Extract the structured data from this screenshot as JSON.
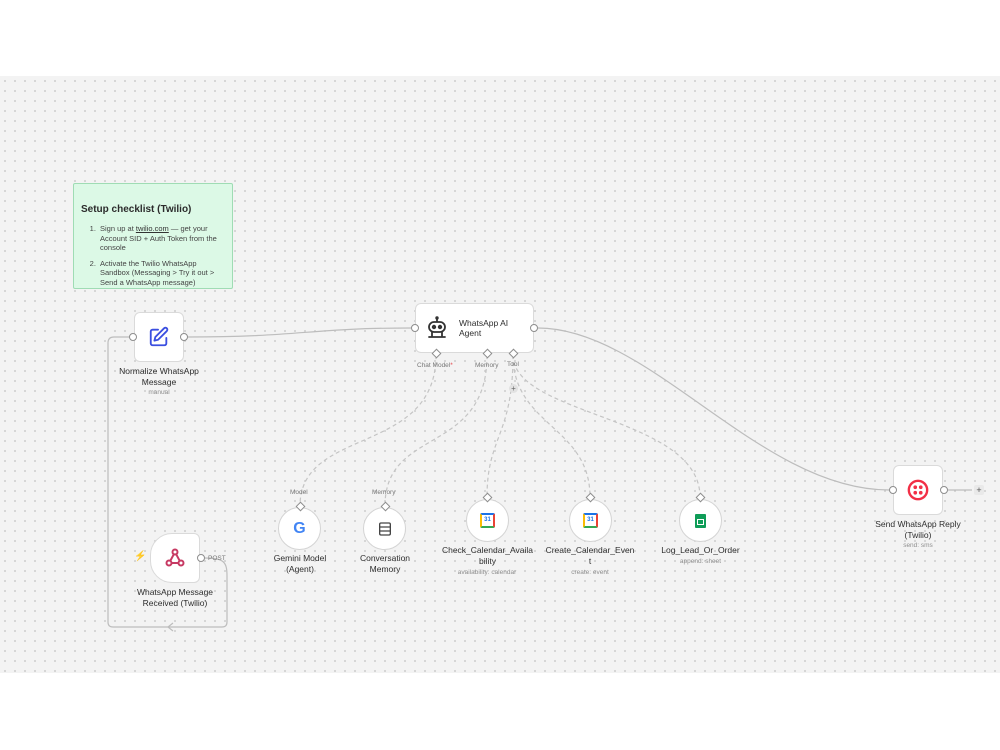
{
  "sticky_note": {
    "title": "Setup checklist (Twilio)",
    "step1_prefix": "Sign up at ",
    "step1_link": "twilio.com",
    "step1_suffix": " — get your Account SID + Auth Token from the console",
    "step2": "Activate the Twilio WhatsApp Sandbox (Messaging > Try it out > Send a WhatsApp message)"
  },
  "nodes": {
    "normalize": {
      "label": "Normalize WhatsApp Message",
      "subtitle": "manual",
      "icon": "pencil-square-icon"
    },
    "trigger": {
      "label": "WhatsApp Message Received (Twilio)",
      "port_label": "POST",
      "icon": "webhook-icon"
    },
    "agent": {
      "label": "WhatsApp AI Agent",
      "icon": "robot-icon",
      "ports": {
        "chat_model": "Chat Model",
        "memory": "Memory",
        "tool": "Tool"
      }
    },
    "gemini": {
      "label": "Gemini Model (Agent)",
      "port_label": "Model",
      "icon": "google-icon"
    },
    "memory": {
      "label": "Conversation Memory",
      "port_label": "Memory",
      "icon": "database-icon"
    },
    "check_calendar": {
      "label": "Check_Calendar_Availability",
      "subtitle": "availability: calendar",
      "icon": "google-calendar-icon",
      "icon_text": "31"
    },
    "create_calendar": {
      "label": "Create_Calendar_Event",
      "subtitle": "create: event",
      "icon": "google-calendar-icon",
      "icon_text": "31"
    },
    "log_lead": {
      "label": "Log_Lead_Or_Order",
      "subtitle": "append: sheet",
      "icon": "google-sheets-icon"
    },
    "send_reply": {
      "label": "Send WhatsApp Reply (Twilio)",
      "subtitle": "send: sms",
      "icon": "twilio-icon"
    }
  },
  "add_symbol": "+",
  "colors": {
    "sticky_bg": "#dcf9e6",
    "twilio_red": "#f22f46",
    "webhook_pink": "#c73a63",
    "edit_blue": "#3b4fe0",
    "required_red": "#e5484d"
  }
}
